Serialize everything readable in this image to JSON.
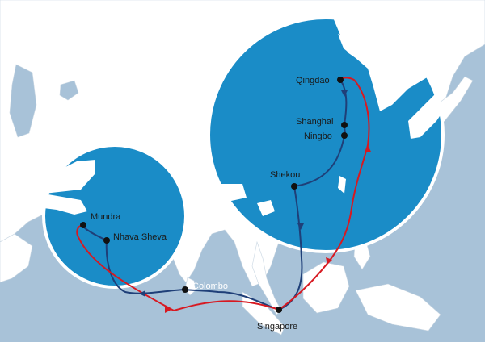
{
  "colors": {
    "sea": "#a8c2d8",
    "land": "#ffffff",
    "land_border": "#c8d6e2",
    "inset": "#1a8cc7",
    "inset_ring": "#ffffff",
    "route_blue": "#1f3f78",
    "route_red": "#d71921",
    "port": "#111111"
  },
  "ports": {
    "qingdao": "Qingdao",
    "shanghai": "Shanghai",
    "ningbo": "Ningbo",
    "shekou": "Shekou",
    "singapore": "Singapore",
    "colombo": "Colombo",
    "nhava_sheva": "Nhava Sheva",
    "mundra": "Mundra"
  }
}
